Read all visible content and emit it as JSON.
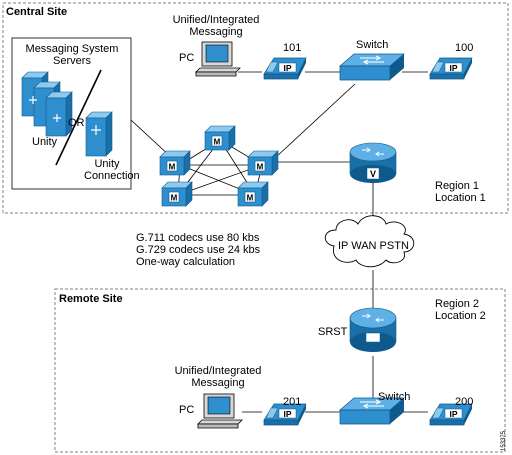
{
  "sites": {
    "central": "Central Site",
    "remote": "Remote Site"
  },
  "central": {
    "msg_servers": [
      "Messaging System",
      "Servers"
    ],
    "or": "OR",
    "unity": "Unity",
    "unity_connection": [
      "Unity",
      "Connection"
    ],
    "unified_msg": [
      "Unified/Integrated",
      "Messaging"
    ],
    "pc": "PC",
    "phone_101": "101",
    "phone_100": "100",
    "switch": "Switch",
    "region": [
      "Region 1",
      "Location 1"
    ],
    "cm_badge": "M",
    "router_badge": "V"
  },
  "wan": {
    "cloud": "IP WAN PSTN",
    "notes": [
      "G.711 codecs use 80 kbs",
      "G.729 codecs use 24 kbs",
      "One-way calculation"
    ]
  },
  "remote": {
    "srst": "SRST",
    "region": [
      "Region 2",
      "Location 2"
    ],
    "unified_msg": [
      "Unified/Integrated",
      "Messaging"
    ],
    "pc": "PC",
    "phone_201": "201",
    "phone_200": "200",
    "switch": "Switch"
  },
  "phone_badge": "IP",
  "figure_id": "153375",
  "colors": {
    "device_blue": "#2f8fce",
    "device_dark": "#0f5a8c",
    "border": "#7f7f7f"
  }
}
